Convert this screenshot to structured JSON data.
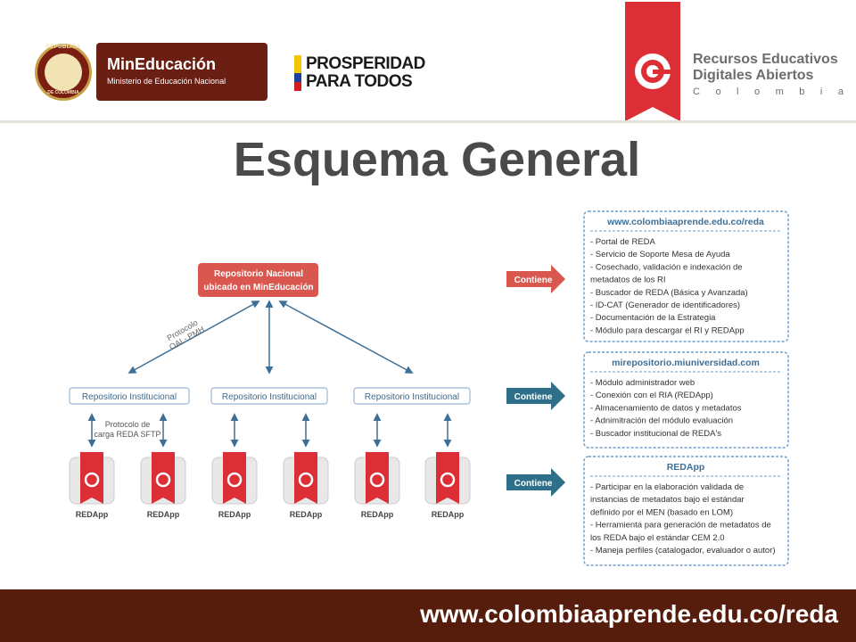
{
  "header": {
    "seal_top": "REPÚBLICA",
    "seal_bottom": "DE COLOMBIA",
    "min_title": "MinEducación",
    "min_subtitle": "Ministerio de Educación Nacional",
    "prosperidad_line1": "PROSPERIDAD",
    "prosperidad_line2": "PARA TODOS",
    "reda_line1": "Recursos Educativos",
    "reda_line2": "Digitales Abiertos",
    "reda_line3": "Colombia"
  },
  "title": "Esquema General",
  "diagram": {
    "root": {
      "line1": "Repositorio Nacional",
      "line2": "ubicado en MinEducación"
    },
    "protocol_oai_line1": "Protocolo",
    "protocol_oai_line2": "OAI - PMH",
    "institutions": [
      "Repositorio Institucional",
      "Repositorio Institucional",
      "Repositorio Institucional"
    ],
    "protocol_sftp_line1": "Protocolo de",
    "protocol_sftp_line2": "carga REDA SFTP",
    "app_label": "REDApp",
    "app_count": 6,
    "contiene_label": "Contiene",
    "boxes": [
      {
        "header": "www.colombiaaprende.edu.co/reda",
        "items": [
          "- Portal de REDA",
          "- Servicio de Soporte Mesa de Ayuda",
          "- Cosechado, validación e indexación de",
          "  metadatos de los RI",
          "- Buscador de REDA (Básica y Avanzada)",
          "- ID-CAT (Generador de identificadores)",
          "- Documentación de la Estrategia",
          "- Módulo para descargar el RI y REDApp"
        ]
      },
      {
        "header": "mirepositorio.miuniversidad.com",
        "items": [
          "- Módulo administrador web",
          "- Conexión con el RIA (REDApp)",
          "- Almacenamiento de datos y metadatos",
          "- Adnimitración del módulo evaluación",
          "- Buscador institucional de REDA's"
        ]
      },
      {
        "header": "REDApp",
        "items": [
          "- Participar en la elaboración validada de",
          "  instancias de metadatos bajo el estándar",
          "  definido por el MEN (basado en LOM)",
          "- Herramienta para generación de metadatos de",
          "  los REDA bajo el estándar CEM 2.0",
          "- Maneja perfiles (catalogador, evaluador o autor)"
        ]
      }
    ],
    "colors": {
      "root_fill": "#d9574f",
      "institution_text": "#3f6a8a",
      "arrow_blue": "#3e6f96",
      "box_border": "#6f9fc9",
      "contiene_red": "#d9574f",
      "contiene_teal": "#2e6f8a",
      "app_red": "#dc2f35"
    }
  },
  "footer": {
    "url": "www.colombiaaprende.edu.co/reda"
  },
  "colors": {
    "footer_bg": "#561d0d",
    "min_bg": "#6b1e12",
    "reda_red": "#dc2f35",
    "title": "#4a4a4a"
  }
}
